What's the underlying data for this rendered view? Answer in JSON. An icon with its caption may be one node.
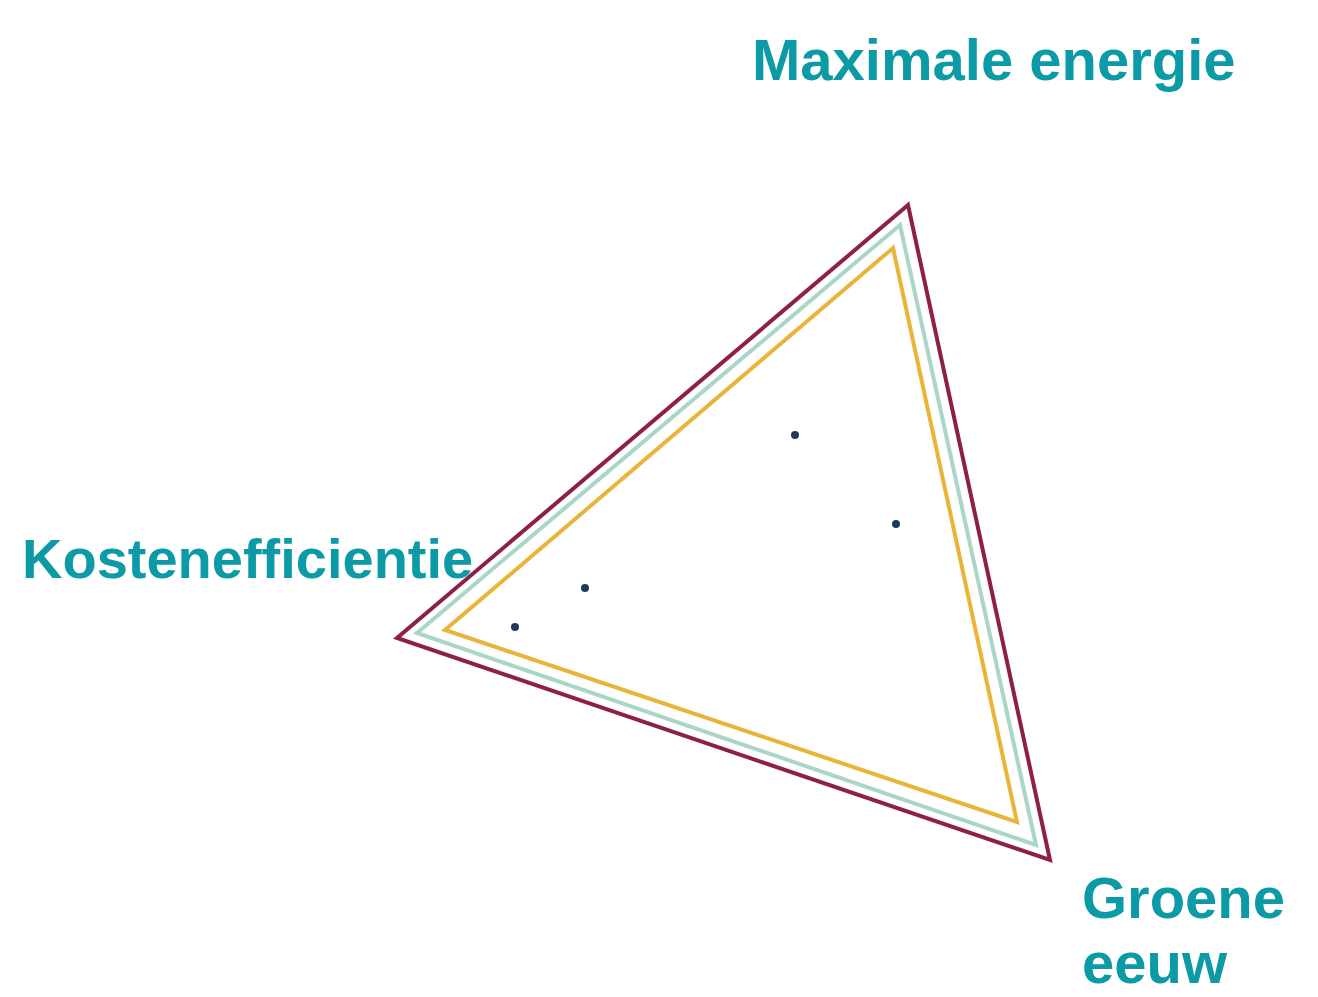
{
  "diagram": {
    "labels": [
      "Maximale energie",
      "Kostenefficientie",
      "Groene eeuw"
    ]
  }
}
